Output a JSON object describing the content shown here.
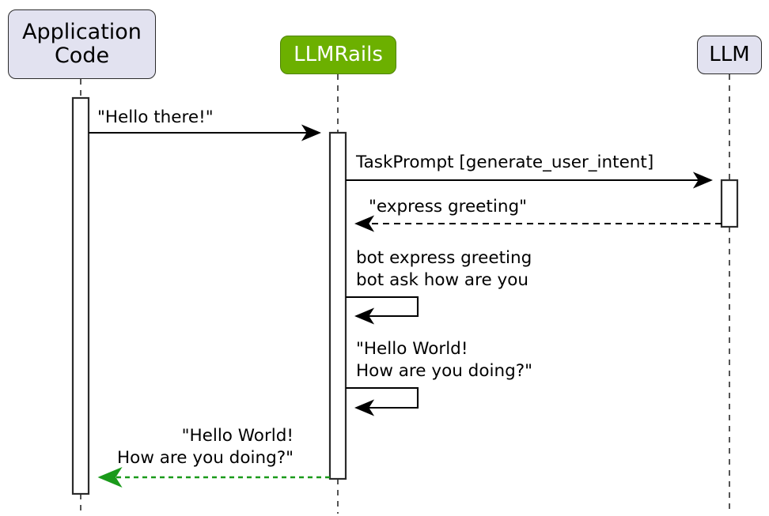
{
  "diagram": {
    "type": "sequence-diagram",
    "background_color": "#ffffff",
    "participants": [
      {
        "id": "app",
        "label": "Application\nCode",
        "fill": "#e2e2f0",
        "text_color": "#000000"
      },
      {
        "id": "rails",
        "label": "LLMRails",
        "fill": "#6cb000",
        "text_color": "#ffffff"
      },
      {
        "id": "llm",
        "label": "LLM",
        "fill": "#e2e2f0",
        "text_color": "#000000"
      }
    ],
    "messages": [
      {
        "id": "m1",
        "from": "app",
        "to": "rails",
        "label": "\"Hello there!\"",
        "style": "solid",
        "color": "#000000",
        "direction": "forward"
      },
      {
        "id": "m2",
        "from": "rails",
        "to": "llm",
        "label": "TaskPrompt [generate_user_intent]",
        "style": "solid",
        "color": "#000000",
        "direction": "forward"
      },
      {
        "id": "m3",
        "from": "llm",
        "to": "rails",
        "label": "\"express greeting\"",
        "style": "dashed",
        "color": "#000000",
        "direction": "return"
      },
      {
        "id": "m4",
        "from": "rails",
        "to": "rails",
        "label": "bot express greeting\nbot ask how are you",
        "style": "solid",
        "color": "#000000",
        "direction": "self"
      },
      {
        "id": "m5",
        "from": "rails",
        "to": "rails",
        "label": "\"Hello World!\nHow are you doing?\"",
        "style": "solid",
        "color": "#000000",
        "direction": "self"
      },
      {
        "id": "m6",
        "from": "rails",
        "to": "app",
        "label": "\"Hello World!\nHow are you doing?\"",
        "style": "dotted",
        "color": "#1a9a1a",
        "direction": "return"
      }
    ]
  }
}
